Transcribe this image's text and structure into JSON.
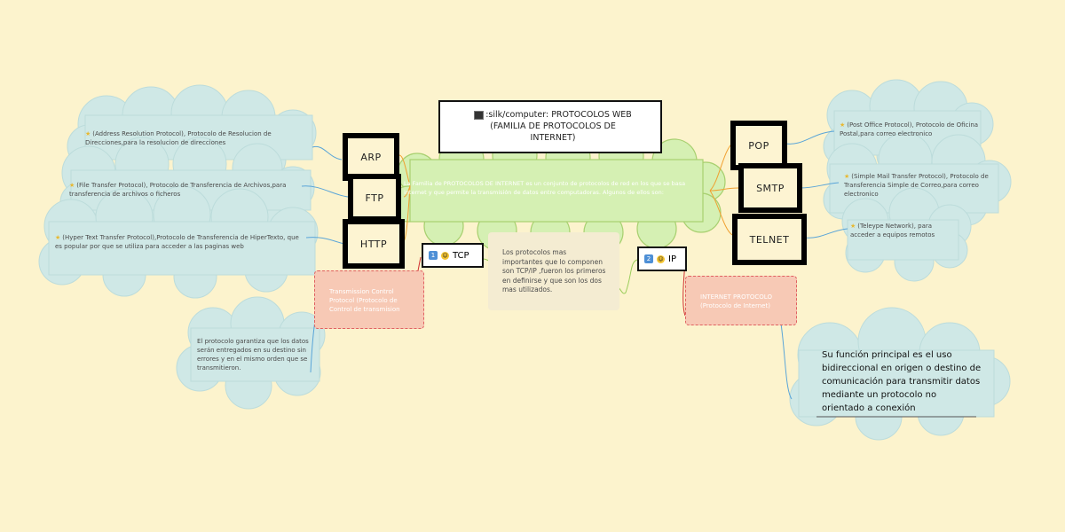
{
  "title": {
    "icon": "computer-icon",
    "line1": ":silk/computer: PROTOCOLOS WEB",
    "line2": "(FAMILIA DE PROTOCOLOS DE",
    "line3": "INTERNET)"
  },
  "center_text": "La Familia de PROTOCOLOS DE INTERNET es un conjunto de protocolos de red en los que se basa internet y que permite la transmisión de datos entre computadoras. Algunos de ellos son:",
  "left_nodes": {
    "arp": "ARP",
    "ftp": "FTP",
    "http": "HTTP"
  },
  "right_nodes": {
    "pop": "POP",
    "smtp": "SMTP",
    "telnet": "TELNET"
  },
  "left_notes": {
    "arp": "(Address Resolution Protocol), Protocolo de Resolucion de Direcciones,para la resolucion de direcciones",
    "ftp": "(File Transfer Protocol), Protocolo de Transferencia de Archivos,para transferencia de archivos o ficheros",
    "http": "(Hyper Text Transfer Protocol),Protocolo de Transferencia de HiperTexto, que es popular por que se utiliza para acceder a las paginas web"
  },
  "right_notes": {
    "pop": "(Post Office Protocol), Protocolo de Oficina Postal,para correo electronico",
    "smtp": "(Simple Mail Transfer Protocol), Protocolo de Transferencia Simple de Correo,para correo electronico",
    "telnet": "(Teleype Network), para acceder a equipos remotos"
  },
  "tcp": {
    "number": "1",
    "label": "TCP"
  },
  "ip": {
    "number": "2",
    "label": "IP"
  },
  "middle_note": "Los protocolos mas importantes que lo componen son TCP/IP ,fueron los primeros en definirse y que son los dos mas utilizados.",
  "tcp_note": "Transmission Control Protocol (Protocolo de Control de transmision",
  "tcp_guarantee": "El protocolo garantiza que los datos serán entregados en su destino sin errores y en el mismo orden que se transmitieron.",
  "ip_note": "INTERNET PROTOCOLO (Protocolo de Internet)",
  "ip_function": "Su función principal es el uso bidireccional en origen o destino de comunicación para transmitir datos mediante un protocolo no orientado a conexión",
  "colors": {
    "background": "#fcf3cd",
    "cloud_blue": "#cfe8e6",
    "cloud_green": "#d5f0b3",
    "red_box": "#f7c9b5",
    "line_blue": "#5aa5d8",
    "line_orange": "#f0a030",
    "line_green": "#9acd5a",
    "line_red": "#d03030"
  }
}
